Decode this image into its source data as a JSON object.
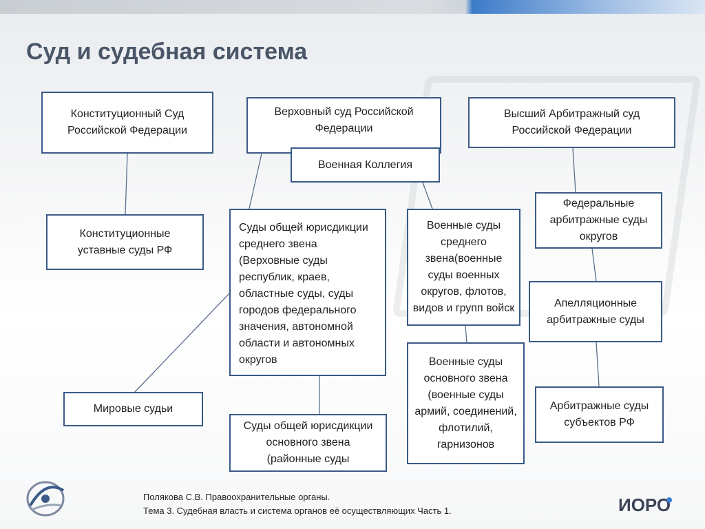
{
  "slide": {
    "title": "Суд и судебная система"
  },
  "boxes": {
    "constitutional_court": "Конституционный Суд Российской Федерации",
    "supreme_court": "Верховный суд Российской Федерации",
    "military_collegium": "Военная Коллегия",
    "supreme_arbitration_court": "Высший Арбитражный суд Российской Федерации",
    "constitutional_charter_courts": "Конституционные уставные суды РФ",
    "general_courts_middle": "Суды общей юрисдикции среднего звена (Верховные суды республик, краев, областные суды, суды городов федерального значения, автономной области и автономных округов",
    "military_courts_middle": "Военные суды среднего звена(военные суды военных округов, флотов, видов и групп войск",
    "federal_arbitration_courts": "Федеральные арбитражные суды округов",
    "appellate_arbitration_courts": "Апелляционные арбитражные суды",
    "military_courts_basic": "Военные суды основного звена (военные суды армий, соединений, флотилий, гарнизонов",
    "arbitration_courts_subjects": "Арбитражные суды субъектов РФ",
    "justices_of_peace": "Мировые судьи",
    "general_courts_basic": "Суды общей юрисдикции основного звена (районные суды"
  },
  "footer": {
    "line1": "Полякова С.В. Правоохранительные органы.",
    "line2": "Тема 3.  Судебная власть и система органов её осуществляющих Часть 1."
  },
  "logos": {
    "left_icon": "internet-university-logo",
    "right_text": "ИОРО"
  },
  "colors": {
    "box_border": "#3a5a88",
    "title": "#4a5668",
    "connector": "#5a6f8c"
  }
}
